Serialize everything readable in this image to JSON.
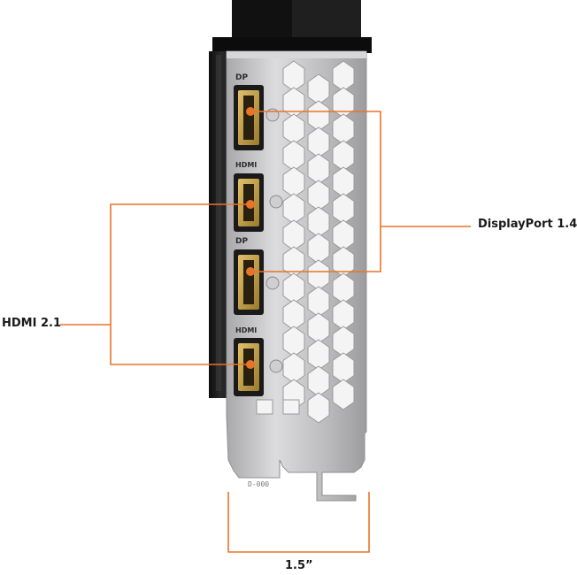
{
  "callouts": {
    "hdmi": "HDMI 2.1",
    "displayport": "DisplayPort 1.4",
    "bracket_width": "1.5”"
  },
  "port_markings": [
    "DP",
    "HDMI",
    "DP",
    "HDMI"
  ],
  "bracket_marking": "D-000",
  "colors": {
    "accent": "#e8742a",
    "bracket": "#b9b9bb",
    "shroud": "#1b1b1b",
    "port_gold": "#c8a24a",
    "text": "#1a1a1a"
  }
}
